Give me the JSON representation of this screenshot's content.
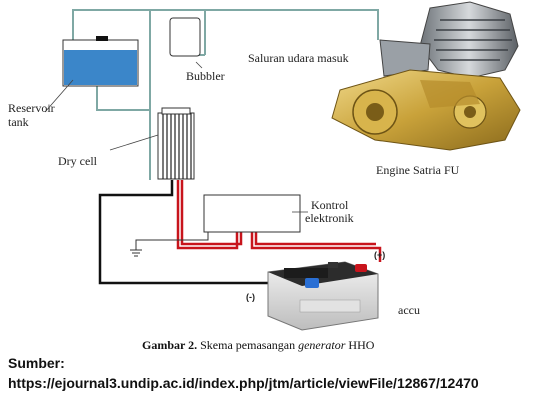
{
  "labels": {
    "reservoir_line1": "Reservoir",
    "reservoir_line2": "tank",
    "bubbler": "Bubbler",
    "dry_cell": "Dry cell",
    "air_intake": "Saluran udara masuk",
    "engine": "Engine Satria FU",
    "control_line1": "Kontrol",
    "control_line2": "elektronik",
    "accu": "accu",
    "plus": "(+)",
    "minus": "(-)"
  },
  "caption": {
    "prefix": "Gambar 2.",
    "text": " Skema pemasangan ",
    "italic": "generator",
    "suffix": " HHO"
  },
  "source": {
    "label": "Sumber:",
    "url": "https://ejournal3.undip.ac.id/index.php/jtm/article/viewFile/12867/12470"
  },
  "colors": {
    "hose": "#7fa8a4",
    "water": "#3b86c9",
    "wire_red": "#c8141c",
    "wire_black": "#111111",
    "engine_gold": "#c9a23a"
  }
}
